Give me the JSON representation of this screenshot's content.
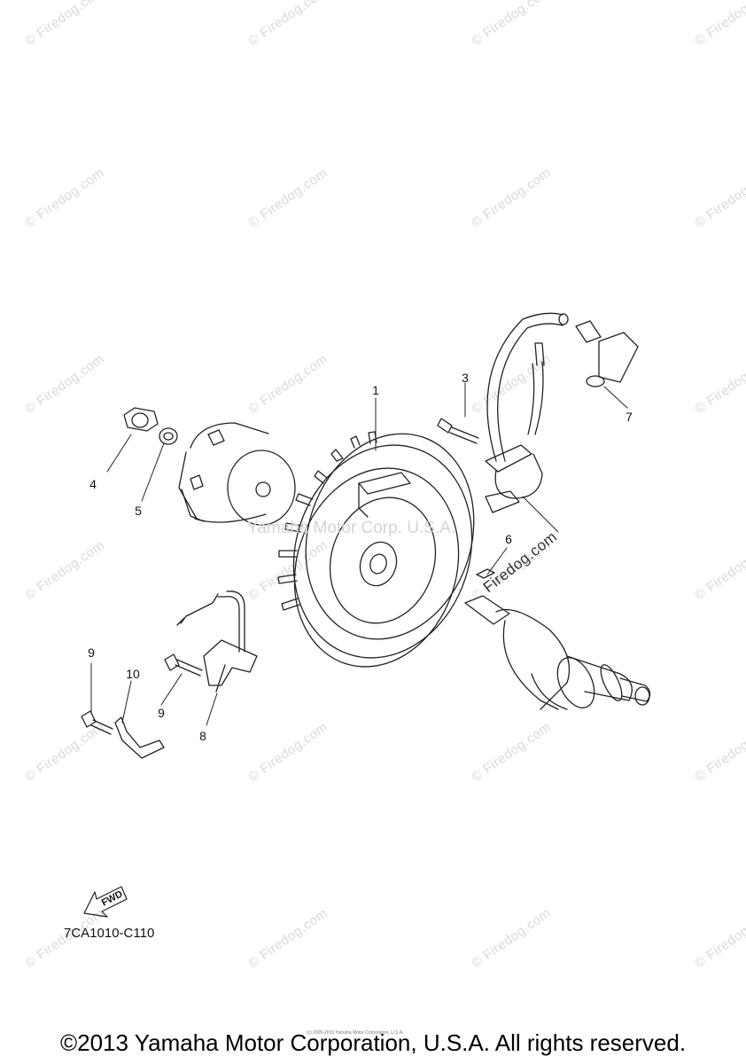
{
  "watermark": {
    "text": "© Firedog.com",
    "center_text": "Yamaha Motor Corp. U.S.A.",
    "diagonal_text": "Firedog.com"
  },
  "callouts": [
    {
      "id": "1",
      "part": "flywheel"
    },
    {
      "id": "3",
      "part": "bolt"
    },
    {
      "id": "4",
      "part": "nut"
    },
    {
      "id": "5",
      "part": "washer"
    },
    {
      "id": "6",
      "part": "key"
    },
    {
      "id": "7",
      "part": "ignition-coil-cap"
    },
    {
      "id": "8",
      "part": "pulser-coil"
    },
    {
      "id": "9",
      "part": "bolt"
    },
    {
      "id": "9",
      "part": "bolt"
    },
    {
      "id": "10",
      "part": "bracket"
    }
  ],
  "forward_indicator": "FWD",
  "diagram_code": "7CA1010-C110",
  "small_copyright": "(c) 2005-2015 Yamaha Motor Corporation, U.S.A.",
  "footer": "©2013 Yamaha Motor Corporation, U.S.A. All rights reserved."
}
